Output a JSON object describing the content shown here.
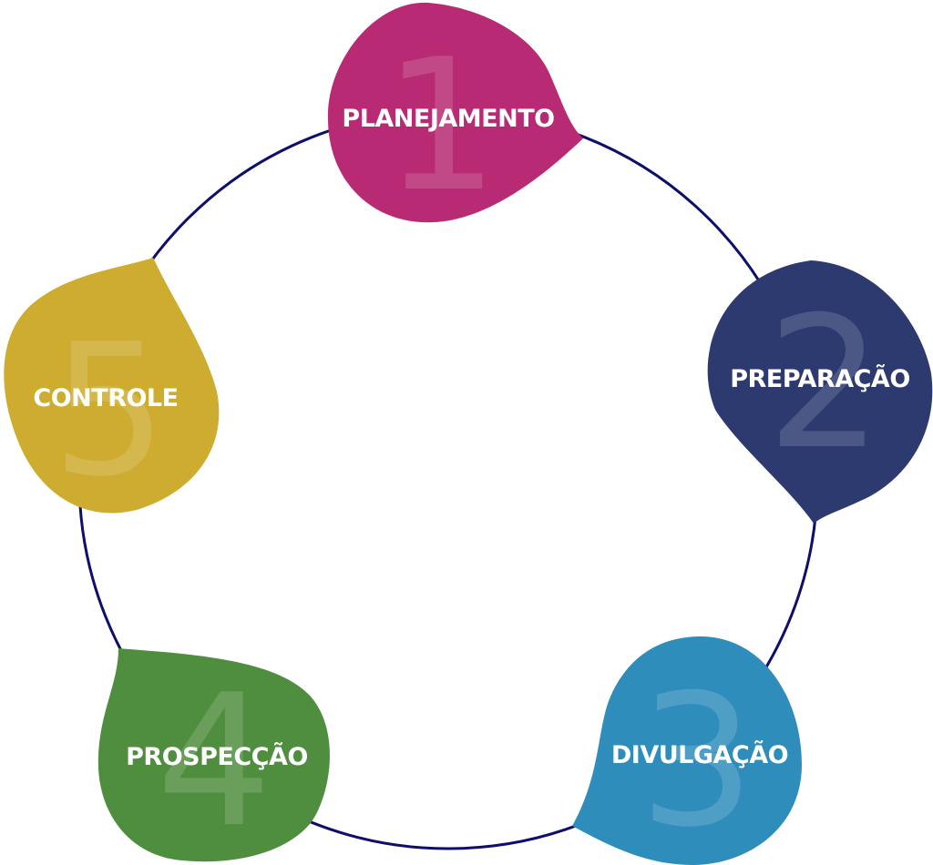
{
  "diagram": {
    "ring_color": "#0d0f6b",
    "steps": [
      {
        "number": "1",
        "label": "PLANEJAMENTO",
        "color": "#b82a74"
      },
      {
        "number": "2",
        "label": "PREPARAÇÃO",
        "color": "#2c3a70"
      },
      {
        "number": "3",
        "label": "DIVULGAÇÃO",
        "color": "#2f8dbb"
      },
      {
        "number": "4",
        "label": "PROSPECÇÃO",
        "color": "#4f8e3f"
      },
      {
        "number": "5",
        "label": "CONTROLE",
        "color": "#cdac30"
      }
    ]
  }
}
